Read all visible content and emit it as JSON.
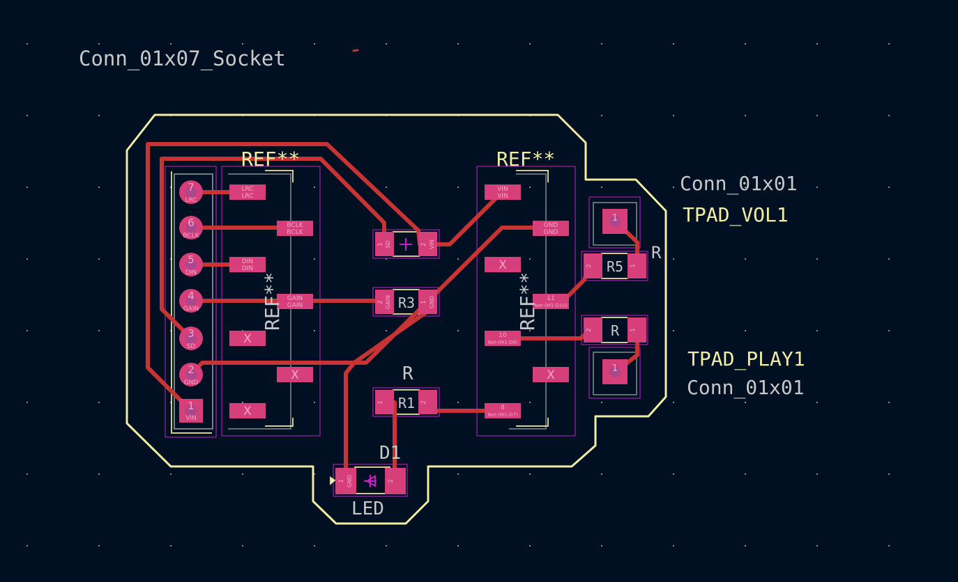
{
  "colors": {
    "background": "#001023",
    "edge_cuts": "#f2eda1",
    "copper_track": "#c83434",
    "pad": "#d63f7a",
    "courtyard": "#c81ec8",
    "silkscreen": "#f2eda1",
    "fab_text": "#c8c8c8",
    "grid_dot": "#8a8f9a"
  },
  "labels": {
    "conn_socket_value": "Conn_01x07_Socket",
    "ref_left": "REF**",
    "ref_left_vertical": "REF**",
    "ref_right": "REF**",
    "ref_right_vertical": "REF**",
    "conn_vol_value": "Conn_01x01",
    "tpad_vol_ref": "TPAD_VOL1",
    "r_right": "R",
    "tpad_play_ref": "TPAD_PLAY1",
    "conn_play_value": "Conn_01x01",
    "r_mid": "R",
    "d1_ref": "D1",
    "led_value": "LED",
    "r3_ref": "R3",
    "r1_ref": "R1",
    "r5_ref": "R5",
    "r_small": "R"
  },
  "connector_pins": [
    {
      "num": "7",
      "net": "LRC"
    },
    {
      "num": "6",
      "net": "BCLK"
    },
    {
      "num": "5",
      "net": "DIN"
    },
    {
      "num": "4",
      "net": "GAIN"
    },
    {
      "num": "3",
      "net": "SD"
    },
    {
      "num": "2",
      "net": "GND"
    },
    {
      "num": "1",
      "net": "VIN"
    }
  ],
  "left_module_pads": {
    "lrc": [
      "LRC",
      "LRC"
    ],
    "bclk": [
      "BCLK",
      "BCLK"
    ],
    "din": [
      "DIN",
      "DIN"
    ],
    "gain": [
      "GAIN",
      "GAIN"
    ],
    "x": "X"
  },
  "right_module_pads": {
    "vin": [
      "VIN",
      "VIN"
    ],
    "gnd": [
      "GND",
      "GND"
    ],
    "p11": [
      "11",
      "Net-(M1-D10)"
    ],
    "p10": [
      "10",
      "Net-(M1-D9)"
    ],
    "p8": [
      "8",
      "Net-(M1-D7)"
    ],
    "x": "X"
  },
  "small_parts": {
    "top_res": {
      "p1": "1",
      "p1_net": "SD",
      "p2": "2",
      "p2_net": "VIN"
    },
    "r3": {
      "p1": "2",
      "p1_net": "GAIN",
      "p2": "1",
      "p2_net": "GND"
    },
    "r1": {
      "p1": "1",
      "p2": "2"
    },
    "d1": {
      "p1": "1",
      "p1_net": "GND",
      "p2": "2"
    },
    "r5": {
      "p1": "2",
      "p2": "1"
    },
    "r_play": {
      "p1": "2",
      "p2": "1"
    }
  },
  "touch_pads": {
    "vol": {
      "num": "1"
    },
    "play": {
      "num": "1"
    }
  }
}
